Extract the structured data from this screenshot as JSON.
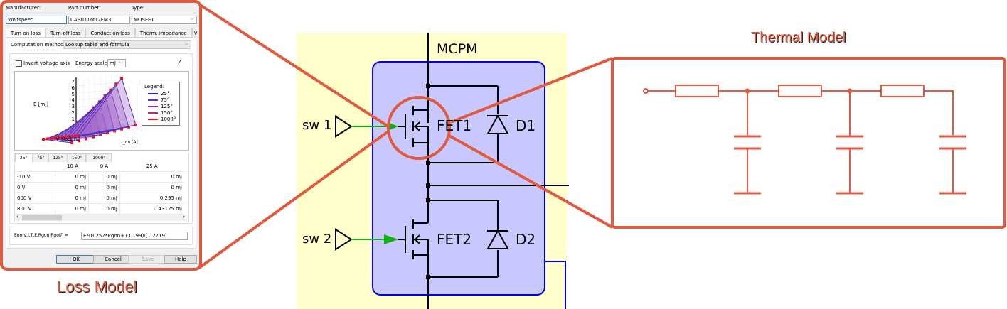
{
  "loss_model": {
    "title": "Loss Model",
    "dialog": {
      "manufacturer_label": "Manufacturer:",
      "manufacturer_value": "Wolfspeed",
      "part_number_label": "Part number:",
      "part_number_value": "CAB011M12FM3",
      "type_label": "Type:",
      "type_value": "MOSFET",
      "tabs": [
        {
          "label": "Turn-on loss",
          "active": true
        },
        {
          "label": "Turn-off loss",
          "active": false
        },
        {
          "label": "Conduction loss",
          "active": false
        },
        {
          "label": "Therm. impedance",
          "active": false
        },
        {
          "label": "V",
          "active": false
        }
      ],
      "computation_method_label": "Computation method:",
      "computation_method_value": "Lookup table and formula",
      "invert_voltage_label": "Invert voltage axis",
      "invert_voltage_checked": false,
      "energy_scale_label": "Energy scale:",
      "energy_scale_value": "mJ",
      "wand_icon": "magic-wand-icon",
      "plot": {
        "y_label": "E [mJ]",
        "y_ticks": [
          "1",
          "2",
          "3",
          "4",
          "5",
          "6",
          "7"
        ],
        "x_label": "V_block [V]",
        "z_label": "i_on [A]",
        "legend_title": "Legend:",
        "legend": [
          {
            "label": "25°",
            "color": "#2020ff"
          },
          {
            "label": "75°",
            "color": "#6a30d0"
          },
          {
            "label": "125°",
            "color": "#9a28b8"
          },
          {
            "label": "150°",
            "color": "#c02880"
          },
          {
            "label": "1000°",
            "color": "#ee1020"
          }
        ]
      },
      "temp_tabs": [
        "25°",
        "75°",
        "125°",
        "150°",
        "1000°"
      ],
      "table": {
        "columns": [
          "",
          "-10 A",
          "0 A",
          "25 A"
        ],
        "rows": [
          [
            "-10 V",
            "0 mJ",
            "0 mJ",
            "0 mJ"
          ],
          [
            "0 V",
            "0 mJ",
            "0 mJ",
            "0 mJ"
          ],
          [
            "600 V",
            "0 mJ",
            "0 mJ",
            "0.295 mJ"
          ],
          [
            "800 V",
            "0 mJ",
            "0 mJ",
            "0.43125 mJ"
          ]
        ]
      },
      "formula_label": "Eon(v,i,T,E,Rgon,Rgoff) =",
      "formula_value": "E*(0.252*Rgon+1.0199)/(1.2719)",
      "buttons": {
        "ok": "OK",
        "cancel": "Cancel",
        "save": "Save",
        "help": "Help"
      }
    }
  },
  "schematic": {
    "module_label": "MCPM",
    "inputs": [
      "sw 1",
      "sw 2"
    ],
    "fets": [
      "FET1",
      "FET2"
    ],
    "diodes": [
      "D1",
      "D2"
    ]
  },
  "thermal_model": {
    "title": "Thermal Model",
    "stages": 3
  },
  "colors": {
    "callout": "#e05a40",
    "module_fill": "#c8c8ff",
    "module_border": "#0000ee",
    "background_yellow": "#ffffcc",
    "gate_wire": "#10b010"
  }
}
